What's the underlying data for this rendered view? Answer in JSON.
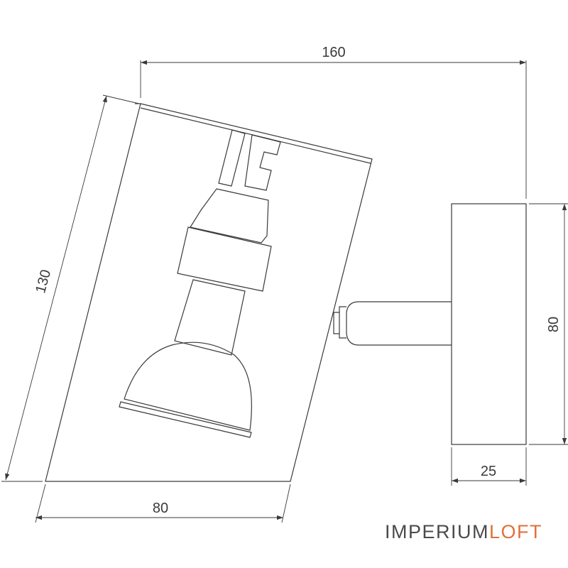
{
  "dimensions": {
    "overall_width": "160",
    "shade_height": "130",
    "base_height": "80",
    "shade_width": "80",
    "base_depth": "25"
  },
  "brand": {
    "part1": "IMPERIUM",
    "part2": "LOFT",
    "accent_color": "#e0703a"
  }
}
